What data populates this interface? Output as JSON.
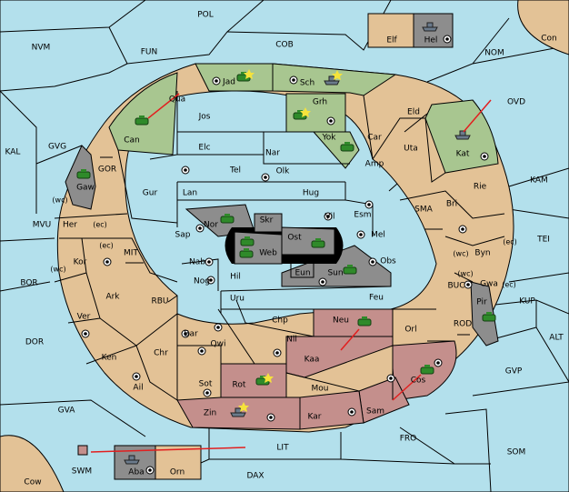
{
  "map": {
    "colors": {
      "sea": "#b3e0ec",
      "land": "#e3c296",
      "owner_green": "#a8c690",
      "owner_red": "#c48f8c",
      "impassable": "#8d8d8d",
      "order_arrow": "#e21f1f"
    },
    "sea_labels": [
      "POL",
      "NVM",
      "FUN",
      "COB",
      "NOM",
      "Con",
      "OVD",
      "KAL",
      "GVG",
      "KAM",
      "TEI",
      "MVU",
      "BOR",
      "DOR",
      "ALT",
      "KUP",
      "GVP",
      "GVA",
      "FRO",
      "SOM",
      "LIT",
      "DAX",
      "Cow",
      "SWM",
      "GOR",
      "MIT",
      "RBU",
      "SMA",
      "BUC",
      "ROD"
    ],
    "land_labels": [
      "Jad",
      "Sch",
      "Qua",
      "Jos",
      "Grh",
      "Eld",
      "Can",
      "Yok",
      "Car",
      "Elc",
      "Nar",
      "Uta",
      "Kat",
      "Tel",
      "Olk",
      "Amp",
      "Gaw",
      "Gur",
      "Lan",
      "Hug",
      "Rie",
      "Bri",
      "Esm",
      "Vil",
      "Her",
      "Nor",
      "Skr",
      "Ost",
      "Mel",
      "Sap",
      "Web",
      "Byn",
      "Kor",
      "Nab",
      "Eun",
      "Sun",
      "Obs",
      "Gwa",
      "Hil",
      "Nog",
      "Ark",
      "Uru",
      "Feu",
      "Pir",
      "Ver",
      "Chp",
      "Neu",
      "Bar",
      "Qwi",
      "Orl",
      "Nil",
      "Ken",
      "Chr",
      "Kaa",
      "Ail",
      "Sot",
      "Rot",
      "Cos",
      "Mou",
      "Zin",
      "Kar",
      "Sam",
      "Elf",
      "Hel",
      "Aba",
      "Orn"
    ],
    "coast_tags": [
      "(wc)",
      "(ec)",
      "(ec)",
      "(wc)",
      "(ec)",
      "(wc)",
      "(wc)",
      "(ec)"
    ],
    "unit_icons": [
      "army-icon",
      "fleet-icon"
    ]
  }
}
